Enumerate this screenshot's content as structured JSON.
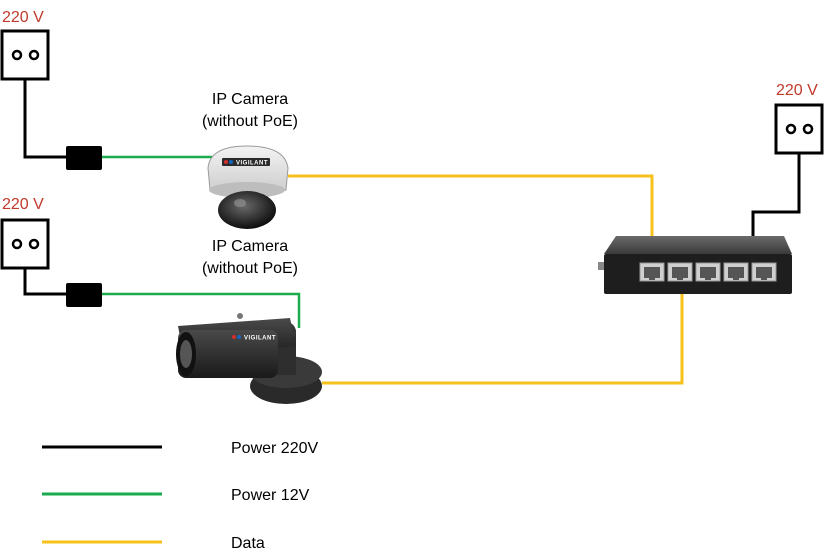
{
  "labels": {
    "voltage_outlet_1": "220 V",
    "voltage_outlet_2": "220 V",
    "voltage_outlet_3": "220 V",
    "camera_1_line1": "IP Camera",
    "camera_1_line2": "(without PoE)",
    "camera_2_line1": "IP Camera",
    "camera_2_line2": "(without PoE)",
    "camera_brand": "VIGILANT"
  },
  "legend": [
    {
      "label": "Power 220V",
      "color": "#000000"
    },
    {
      "label": "Power 12V",
      "color": "#1aab4c"
    },
    {
      "label": "Data",
      "color": "#f5c11a"
    }
  ],
  "colors": {
    "power_220v": "#000000",
    "power_12v": "#1aab4c",
    "data": "#f5c11a",
    "voltage_text": "#c0392b"
  },
  "switch": {
    "port_count": 5
  }
}
